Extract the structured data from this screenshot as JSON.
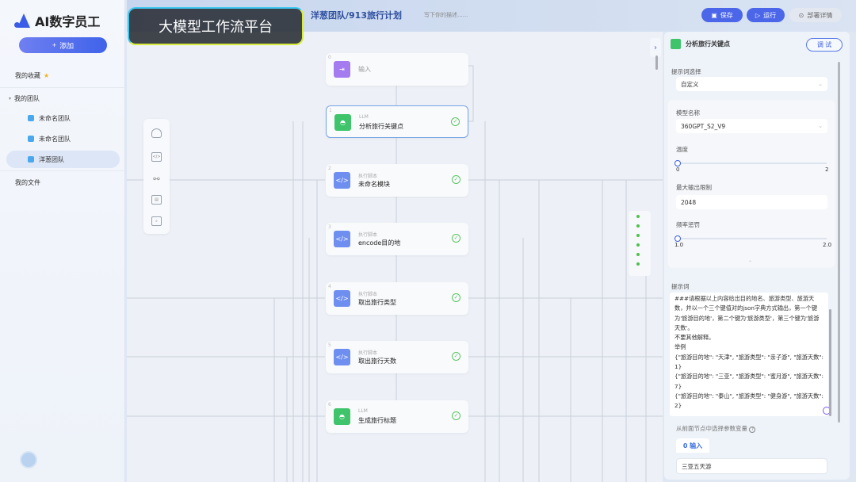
{
  "app": {
    "name": "AI数字员工",
    "add_label": "添加",
    "overlay_title": "大模型工作流平台"
  },
  "sidebar": {
    "favorites": "我的收藏",
    "my_team": "我的团队",
    "teams": [
      {
        "label": "未命名团队"
      },
      {
        "label": "未命名团队"
      },
      {
        "label": "洋葱团队",
        "active": true
      }
    ],
    "my_files": "我的文件"
  },
  "header": {
    "breadcrumb": "洋葱团队/913旅行计划",
    "description_placeholder": "写下你的描述......",
    "save": "保存",
    "run": "运行",
    "deploy": "部署详情"
  },
  "nodes": [
    {
      "index": "0",
      "type": "",
      "name": "输入",
      "kind": "input",
      "color": "#a57cf0"
    },
    {
      "index": "1",
      "type": "LLM",
      "name": "分析旅行关键点",
      "kind": "llm",
      "color": "#3fc46b",
      "status": "success",
      "selected": true
    },
    {
      "index": "2",
      "type": "执行脚本",
      "name": "未命名模块",
      "kind": "script",
      "color": "#6f8ff0",
      "status": "success"
    },
    {
      "index": "3",
      "type": "执行脚本",
      "name": "encode目的地",
      "kind": "script",
      "color": "#6f8ff0",
      "status": "success"
    },
    {
      "index": "4",
      "type": "执行脚本",
      "name": "取出旅行类型",
      "kind": "script",
      "color": "#6f8ff0",
      "status": "success"
    },
    {
      "index": "5",
      "type": "执行脚本",
      "name": "取出旅行天数",
      "kind": "script",
      "color": "#6f8ff0",
      "status": "success"
    },
    {
      "index": "6",
      "type": "LLM",
      "name": "生成旅行标题",
      "kind": "llm",
      "color": "#3fc46b",
      "status": "success"
    }
  ],
  "panel": {
    "title": "分析旅行关键点",
    "debug": "调 试",
    "prompt_select_label": "提示词选择",
    "prompt_select_value": "自定义",
    "model_label": "模型名称",
    "model_value": "360GPT_S2_V9",
    "temperature_label": "温度",
    "temperature": {
      "value": 0,
      "min": "0",
      "max": "2"
    },
    "max_output_label": "最大输出限制",
    "max_output_value": "2048",
    "freq_penalty_label": "频率惩罚",
    "freq_penalty": {
      "value": 1.0,
      "min": "1.0",
      "max": "2.0"
    },
    "prompt_label": "提示词",
    "prompt_text": "###请根据以上内容给出目的地名、旅游类型、旅游天数，并以一个三个键值对的json字典方式输出，第一个键为'旅游目的地'，第二个键为'旅游类型'，第三个键为'旅游天数'。\n不要其他解释。\n举例\n{\"旅游目的地\": \"天津\", \"旅游类型\": \"亲子游\", \"旅游天数\": 1}\n{\"旅游目的地\": \"三亚\", \"旅游类型\": \"蜜月游\", \"旅游天数\": 7}\n{\"旅游目的地\": \"泰山\", \"旅游类型\": \"健身游\", \"旅游天数\": 2}",
    "params_label": "从前面节点中选择参数变量",
    "input_tab": "0 输入",
    "input_value": "三亚五天游"
  }
}
